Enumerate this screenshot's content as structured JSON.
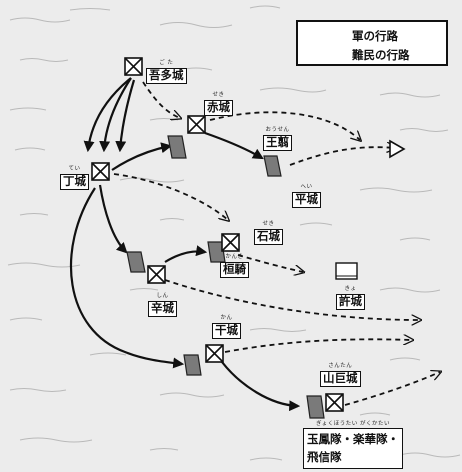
{
  "legend": {
    "army_route": "軍の行路",
    "refugee_route": "難民の行路"
  },
  "castles": [
    {
      "id": "gota",
      "name": "吾多城",
      "ruby": "ご た"
    },
    {
      "id": "seki",
      "name": "赤城",
      "ruby": "せき"
    },
    {
      "id": "ouhen",
      "name": "王翦",
      "ruby": "おうせん"
    },
    {
      "id": "hei",
      "name": "平城",
      "ruby": "へい"
    },
    {
      "id": "tei",
      "name": "丁城",
      "ruby": "てい"
    },
    {
      "id": "seki2",
      "name": "石城",
      "ruby": "せき"
    },
    {
      "id": "kanki",
      "name": "桓騎",
      "ruby": "かんき"
    },
    {
      "id": "kyo",
      "name": "許城",
      "ruby": "きょ"
    },
    {
      "id": "shin",
      "name": "辛城",
      "ruby": "しん"
    },
    {
      "id": "kan",
      "name": "干城",
      "ruby": "かん"
    },
    {
      "id": "santan",
      "name": "山巨城",
      "ruby": "さんたん"
    }
  ],
  "units": {
    "line1": "玉鳳隊・楽華隊・",
    "line2": "飛信隊",
    "ruby": "ぎょくほうたい がくかたい"
  },
  "colors": {
    "terrain": "#ececec",
    "ink": "#111111",
    "army_marker": "#7a7a7a",
    "label_bg": "#ffffff"
  },
  "icons": {
    "castle": "crossed-square-icon",
    "army": "army-block-icon",
    "refugee_destination": "open-triangle-icon",
    "refugee_settlement": "open-box-icon"
  }
}
